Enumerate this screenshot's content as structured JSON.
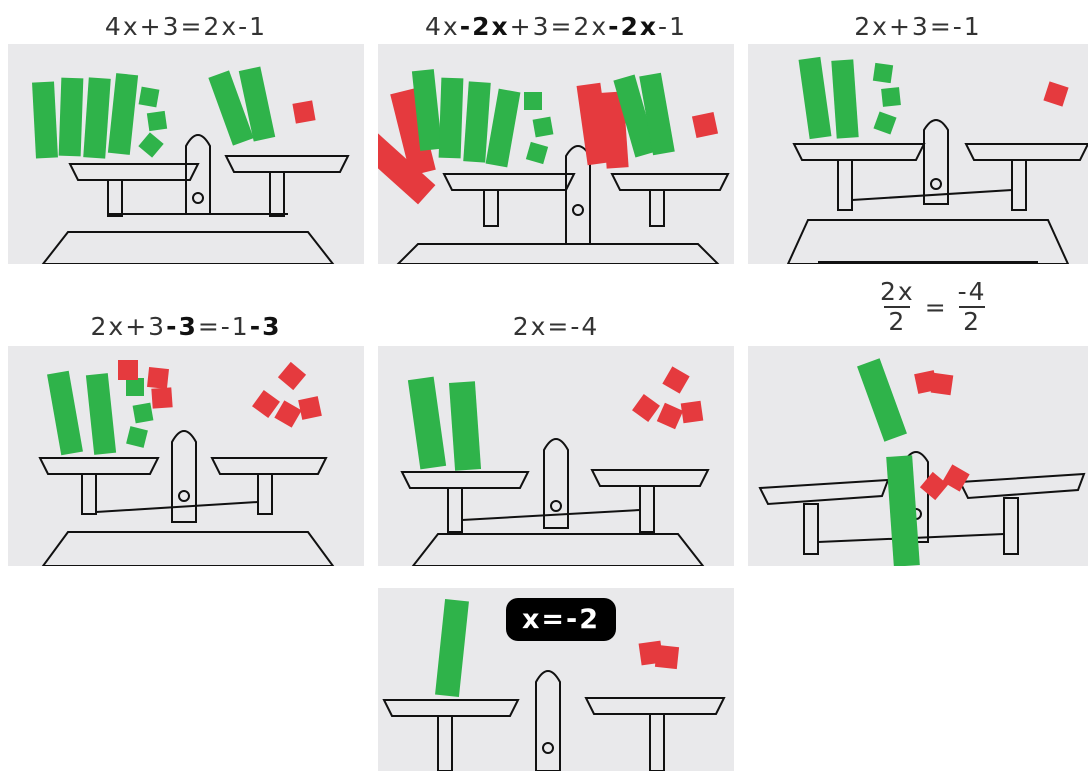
{
  "captions": {
    "p1": {
      "a": "4x+3=2x-1"
    },
    "p2": {
      "a": "4x",
      "b": "-2x",
      "c": "+3=2x",
      "d": "-2x",
      "e": "-1"
    },
    "p3": {
      "a": "2x+3=-1"
    },
    "p4": {
      "a": "2x+3",
      "b": "-3",
      "c": "=-1",
      "d": "-3"
    },
    "p5": {
      "a": "2x=-4"
    },
    "p6": {
      "num_left": "2x",
      "den_left": "2",
      "eq": "=",
      "num_right": "-4",
      "den_right": "2"
    }
  },
  "answer": "x=-2",
  "colors": {
    "green": "#2fb34a",
    "red": "#e53a3e",
    "paper": "#e9e9eb",
    "ink": "#111111"
  },
  "icons": [
    "balance-scale-icon",
    "green-x-tile-icon",
    "green-unit-tile-icon",
    "red-unit-tile-icon"
  ]
}
